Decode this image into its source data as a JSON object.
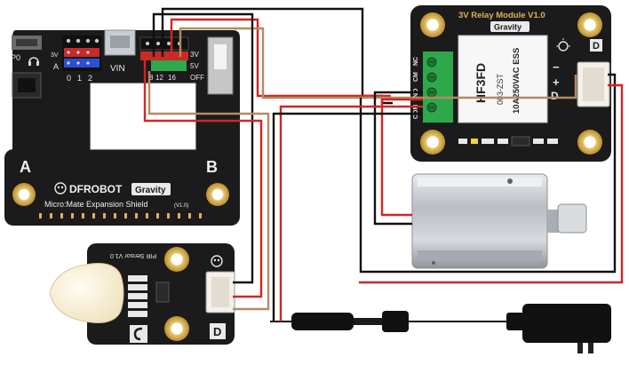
{
  "shield": {
    "pin_labels": [
      "P0",
      "A",
      "3V",
      "0",
      "1",
      "2",
      "VIN",
      "8",
      "12",
      "16",
      "3V",
      "5V",
      "OFF"
    ],
    "side_a": "A",
    "side_b": "B",
    "brand": "DFROBOT",
    "badge": "Gravity",
    "name": "Micro:Mate Expansion Shield",
    "version": "(V1.0)"
  },
  "relay": {
    "title": "3V Relay Module V1.0",
    "badge": "Gravity",
    "terminal_labels": [
      "NC",
      "CM",
      "NO",
      "COM"
    ],
    "relay_lines": [
      "HF3FD",
      "003-ZST",
      "10A250VAC ESS"
    ],
    "pin_labels": [
      "D",
      "+",
      "−"
    ],
    "d_badge": "D"
  },
  "pir": {
    "title": "PIR Sensor V1.0",
    "d_badge": "D"
  },
  "colors": {
    "board": "#1b1b1b",
    "wire_red": "#d42424",
    "wire_black": "#111111",
    "wire_tan": "#b58a63",
    "gold": "#d8b35a",
    "terminal_green": "#2fa84c"
  }
}
